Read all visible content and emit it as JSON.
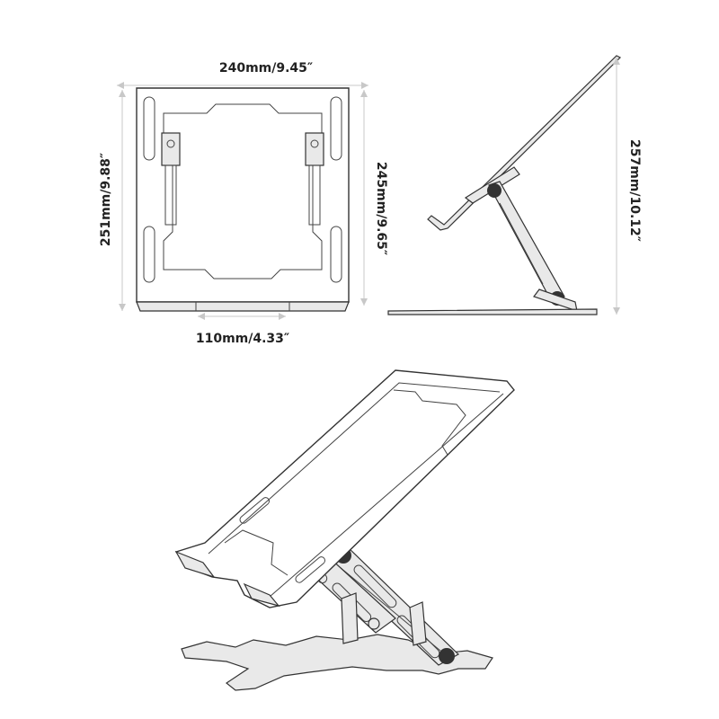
{
  "dimensions": {
    "width": "240mm/9.45″",
    "outer_height": "251mm/9.88″",
    "inner_height": "245mm/9.65″",
    "base_width": "110mm/4.33″",
    "total_height": "257mm/10.12″"
  },
  "colors": {
    "line": "#333333",
    "dimension": "#c8c8c8",
    "text": "#222222"
  }
}
